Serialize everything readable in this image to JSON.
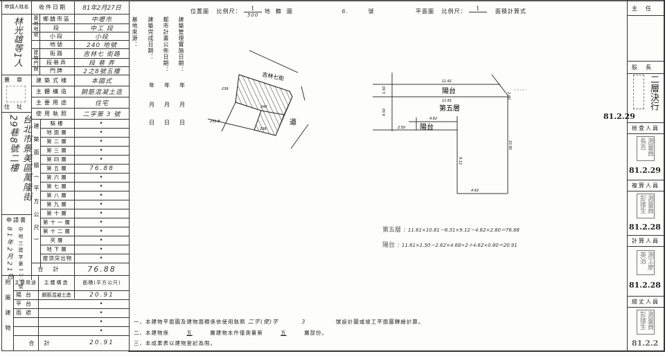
{
  "left_form": {
    "applicant_label": "申請人姓名",
    "applicant_name": "林光雄等1人",
    "seal_label": "蓋章",
    "address_label": "住址",
    "address": "台北市景美區萬隆街29巷8號二樓",
    "received_label": "收件日期",
    "received_date": "81年2月27日",
    "application_label": "申請書",
    "application_date": "81年2月21日",
    "application_number": "中地三建字第135號",
    "site_group_label": "基地地號",
    "door_group_label": "建物門牌",
    "rows": [
      {
        "label": "鄉鎮市區",
        "value": "中壢市"
      },
      {
        "label": "段",
        "value": "中工 段"
      },
      {
        "label": "小段",
        "value": "小段"
      },
      {
        "label": "地號",
        "value": "240 地號"
      },
      {
        "label": "街路",
        "value": "吉林七 街路"
      },
      {
        "label": "段巷弄",
        "value": "段 巷 弄"
      },
      {
        "label": "門牌",
        "value": "2之8號五樓"
      },
      {
        "label": "建築式樣",
        "value": "本國式"
      },
      {
        "label": "主體構造",
        "value": "鋼筋混凝土造"
      },
      {
        "label": "主要用途",
        "value": "住宅"
      },
      {
        "label": "使用執照",
        "value": "二字第 3 號"
      }
    ],
    "area_group_label": "建築面積(平方公尺)",
    "floors": [
      {
        "label": "騎樓",
        "value": "•"
      },
      {
        "label": "地面層",
        "value": "•"
      },
      {
        "label": "第二層",
        "value": "•"
      },
      {
        "label": "第三層",
        "value": "•"
      },
      {
        "label": "第四層",
        "value": "•"
      },
      {
        "label": "第五層",
        "value": "76.88"
      },
      {
        "label": "第六層",
        "value": "•"
      },
      {
        "label": "第七層",
        "value": "•"
      },
      {
        "label": "第八層",
        "value": "•"
      },
      {
        "label": "第九層",
        "value": "•"
      },
      {
        "label": "第十層",
        "value": "•"
      },
      {
        "label": "第十一層",
        "value": "•"
      },
      {
        "label": "第十二層",
        "value": "•"
      },
      {
        "label": "夾層",
        "value": "•"
      },
      {
        "label": "地下層",
        "value": "•"
      },
      {
        "label": "屋頂突出物",
        "value": "•"
      }
    ],
    "total_label": "合計",
    "total_value": "76.88",
    "attached": {
      "group_label": "附屬建物",
      "header_usage": "主要用途",
      "header_structure": "主體構造",
      "header_area": "面積(平方公尺)",
      "rows": [
        {
          "usage": "陽台",
          "structure": "鋼筋混凝土造",
          "area": "20.91"
        },
        {
          "usage": "平台",
          "structure": "",
          "area": "•"
        },
        {
          "usage": "雨遮",
          "structure": "",
          "area": "•"
        },
        {
          "usage": "",
          "structure": "",
          "area": "•"
        },
        {
          "usage": "",
          "structure": "",
          "area": "•"
        }
      ],
      "total_label": "合計",
      "total_value": "20.91"
    }
  },
  "dates_panel": {
    "headings": [
      "基地來源：",
      "建築完成日期：",
      "都市計畫公佈日期：",
      "建築管理實施日期："
    ],
    "year": "年",
    "month": "月",
    "day": "日"
  },
  "location_map": {
    "title": "位置圖",
    "scale_label": "比例尺：",
    "scale_num": "1",
    "scale_den": "500",
    "cadastral_label": "地籍圖",
    "cadastral_no": "6.",
    "cadastral_suffix": "號",
    "street": "吉林七街",
    "road": "道",
    "labels": [
      "239",
      "240",
      "238",
      "231-8"
    ]
  },
  "floor_plan": {
    "title": "平面圖",
    "scale_label": "比例尺：",
    "scale_num": "1",
    "calc_title": "面積計算式",
    "balcony": "陽台",
    "fifth_floor": "第五層",
    "balcony2": "陽台",
    "dims": [
      "11.61",
      "11.61",
      "1.50",
      "4.50",
      "2.50",
      "4.62",
      "2.80",
      "10.81",
      "9.12",
      "4.62"
    ]
  },
  "calculations": [
    {
      "label": "第五層",
      "formula": "：11.61×10.81－6.31×9.12－4.62×2.80＝76.88"
    },
    {
      "label": "陽台",
      "formula": "：11.61×1.50－2.62×4.68÷2＋4.62×0.80＝20.91"
    }
  ],
  "notes": [
    {
      "prefix": "一、本建物平面圖及建物面積係依使用執照",
      "fill": "二字(使)字",
      "mid": "3",
      "suffix": "號設計圖或竣工平面圖轉繪計算。"
    },
    {
      "prefix": "二、本建物係",
      "fill": "五",
      "mid": "層建物本件僅測量第",
      "fill2": "五",
      "suffix": "層部份。"
    },
    {
      "prefix": "三、本成果表以建物登記為限。"
    }
  ],
  "approvals": {
    "director": "主任",
    "section_chief": "股長",
    "decision_stamp": "二層決行",
    "chief_date": "81.2.29",
    "inspector": "檢查人員",
    "inspector_stamp": "測量員長吉",
    "inspector_date": "81.2.29",
    "rechecker": "複算人員",
    "rechecker_stamp": "測量員彭接生",
    "rechecker_date": "81.2.28",
    "calculator": "計算人員",
    "calculator_stamp": "測工廖英治",
    "calculator_date": "81.2.28",
    "surveyor": "繪丈人員",
    "surveyor_stamp": "測量員彭接生",
    "surveyor_date": "81.2.2"
  }
}
